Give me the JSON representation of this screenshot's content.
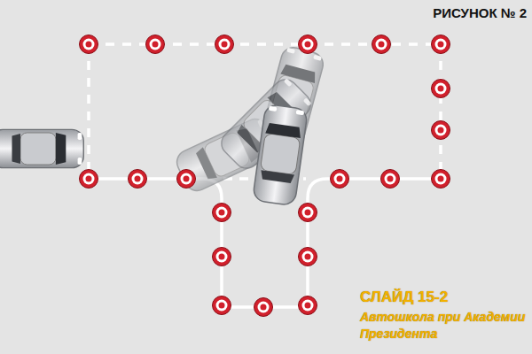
{
  "diagram": {
    "title": "РИСУНОК № 2",
    "labels": [
      "СЛАЙД 15-2",
      "Автошкола при Академии Президента"
    ]
  }
}
